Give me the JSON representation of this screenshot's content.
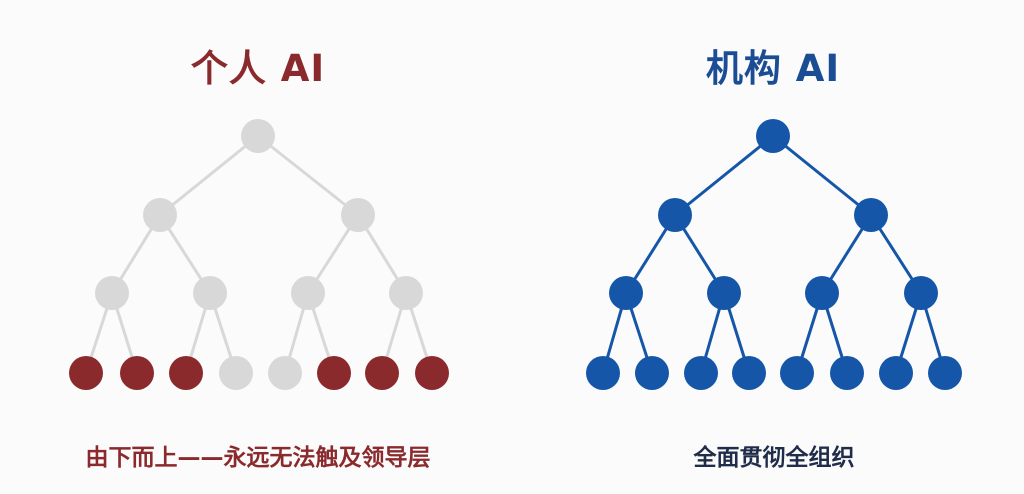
{
  "colors": {
    "personal": "#8b2a2c",
    "inactive": "#d8d8d8",
    "org": "#1556a8",
    "org_title": "#1b4d95",
    "org_caption": "#1f2d4a"
  },
  "personal": {
    "title": "个人 AI",
    "caption": "由下而上——永远无法触及领导层",
    "levels_active": [
      [
        0
      ],
      [
        0,
        0
      ],
      [
        0,
        0,
        0,
        0
      ],
      [
        1,
        1,
        1,
        0,
        0,
        1,
        1,
        1
      ]
    ]
  },
  "organization": {
    "title": "机构 AI",
    "caption": "全面贯彻全组织",
    "levels_active": [
      [
        1
      ],
      [
        1,
        1
      ],
      [
        1,
        1,
        1,
        1
      ],
      [
        1,
        1,
        1,
        1,
        1,
        1,
        1,
        1
      ]
    ]
  }
}
